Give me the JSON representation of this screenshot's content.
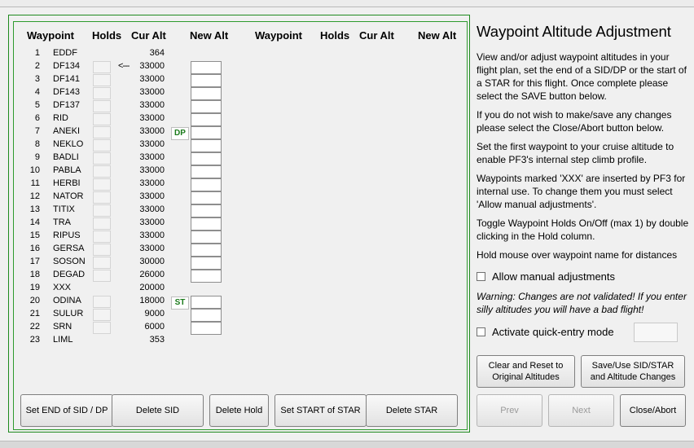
{
  "headers": {
    "waypoint": "Waypoint",
    "holds": "Holds",
    "cur_alt": "Cur Alt",
    "new_alt": "New Alt",
    "waypoint2": "Waypoint",
    "holds2": "Holds",
    "cur_alt2": "Cur Alt",
    "new_alt2": "New Alt"
  },
  "rows": [
    {
      "num": "1",
      "name": "EDDF",
      "alt": "364"
    },
    {
      "num": "2",
      "name": "DF134",
      "alt": "33000"
    },
    {
      "num": "3",
      "name": "DF141",
      "alt": "33000"
    },
    {
      "num": "4",
      "name": "DF143",
      "alt": "33000"
    },
    {
      "num": "5",
      "name": "DF137",
      "alt": "33000"
    },
    {
      "num": "6",
      "name": "RID",
      "alt": "33000"
    },
    {
      "num": "7",
      "name": "ANEKI",
      "alt": "33000"
    },
    {
      "num": "8",
      "name": "NEKLO",
      "alt": "33000"
    },
    {
      "num": "9",
      "name": "BADLI",
      "alt": "33000"
    },
    {
      "num": "10",
      "name": "PABLA",
      "alt": "33000"
    },
    {
      "num": "11",
      "name": "HERBI",
      "alt": "33000"
    },
    {
      "num": "12",
      "name": "NATOR",
      "alt": "33000"
    },
    {
      "num": "13",
      "name": "TITIX",
      "alt": "33000"
    },
    {
      "num": "14",
      "name": "TRA",
      "alt": "33000"
    },
    {
      "num": "15",
      "name": "RIPUS",
      "alt": "33000"
    },
    {
      "num": "16",
      "name": "GERSA",
      "alt": "33000"
    },
    {
      "num": "17",
      "name": "SOSON",
      "alt": "30000"
    },
    {
      "num": "18",
      "name": "DEGAD",
      "alt": "26000"
    },
    {
      "num": "19",
      "name": "XXX",
      "alt": "20000"
    },
    {
      "num": "20",
      "name": "ODINA",
      "alt": "18000"
    },
    {
      "num": "21",
      "name": "SULUR",
      "alt": "9000"
    },
    {
      "num": "22",
      "name": "SRN",
      "alt": "6000"
    },
    {
      "num": "23",
      "name": "LIML",
      "alt": "353"
    }
  ],
  "arrow_text": "<---",
  "dp_tag": "DP",
  "st_tag": "ST",
  "buttons": {
    "set_end_sid": "Set END of SID / DP",
    "delete_sid": "Delete SID",
    "delete_hold": "Delete Hold",
    "set_start_star": "Set START of STAR",
    "delete_star": "Delete STAR",
    "clear_reset": "Clear and Reset to Original Altitudes",
    "save_use": "Save/Use SID/STAR and Altitude Changes",
    "prev": "Prev",
    "next": "Next",
    "close_abort": "Close/Abort"
  },
  "right": {
    "title": "Waypoint Altitude Adjustment",
    "p1": "View and/or adjust waypoint altitudes in your flight plan, set the end of a SID/DP or the start of a STAR for this flight. Once complete please select the SAVE button below.",
    "p2": "If you do not wish to make/save any changes please select the Close/Abort button below.",
    "p3": "Set the first waypoint to your cruise altitude to enable PF3's internal step climb profile.",
    "p4": "Waypoints marked 'XXX' are inserted by PF3 for internal use. To change them you must select 'Allow manual adjustments'.",
    "p5": "Toggle Waypoint Holds On/Off (max 1) by double clicking in the Hold column.",
    "p6": "Hold mouse over waypoint name for distances",
    "allow_manual": "Allow manual adjustments",
    "warning": "Warning: Changes are not validated! If you enter silly altitudes you will have a bad flight!",
    "quick_entry": "Activate quick-entry mode"
  }
}
